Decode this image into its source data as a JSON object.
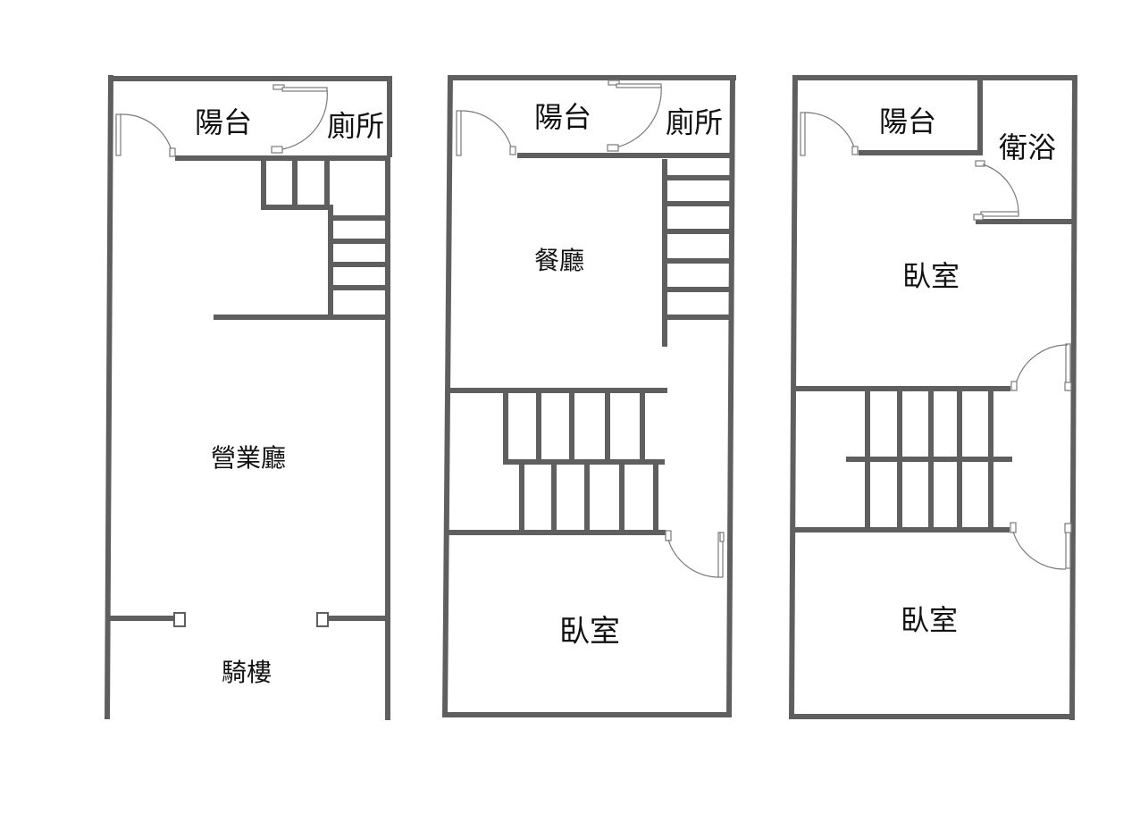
{
  "floors": [
    {
      "rooms": {
        "balcony": "陽台",
        "toilet": "廁所",
        "business_hall": "營業廳",
        "arcade": "騎樓"
      }
    },
    {
      "rooms": {
        "balcony": "陽台",
        "toilet": "廁所",
        "dining": "餐廳",
        "bedroom": "臥室"
      }
    },
    {
      "rooms": {
        "balcony": "陽台",
        "bathroom": "衛浴",
        "bedroom_upper": "臥室",
        "bedroom_lower": "臥室"
      }
    }
  ],
  "colors": {
    "wall": "#5f5f5f",
    "door": "#7a7a7a",
    "text": "#111111",
    "background": "#ffffff"
  }
}
